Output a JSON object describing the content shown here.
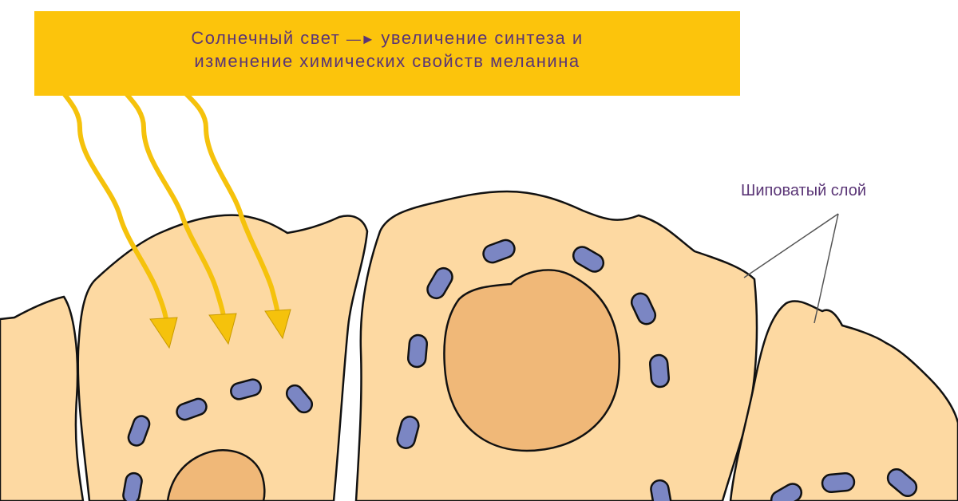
{
  "banner": {
    "line1_part1": "Солнечный свет",
    "arrow_symbol": "—►",
    "line1_part2": "увеличение синтеза и",
    "line2": "изменение химических свойств меланина"
  },
  "labels": {
    "spinous_layer": "Шиповатый слой"
  },
  "colors": {
    "banner": "#fcc40c",
    "text": "#5a3576",
    "cell_fill": "#fdd9a2",
    "nucleus_fill": "#f0b878",
    "granule_fill": "#7b86c3",
    "outline": "#111111",
    "ray": "#f5c20c"
  }
}
